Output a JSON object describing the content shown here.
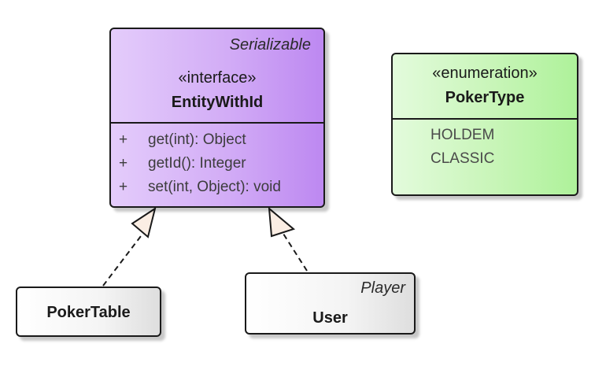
{
  "interface_class": {
    "tagged_value": "Serializable",
    "stereotype": "«interface»",
    "name": "EntityWithId",
    "operations": [
      {
        "visibility": "+",
        "signature": "get(int): Object"
      },
      {
        "visibility": "+",
        "signature": "getId(): Integer"
      },
      {
        "visibility": "+",
        "signature": "set(int, Object): void"
      }
    ]
  },
  "enum_class": {
    "stereotype": "«enumeration»",
    "name": "PokerType",
    "literals": [
      "HOLDEM",
      "CLASSIC"
    ]
  },
  "poker_table_class": {
    "name": "PokerTable"
  },
  "user_class": {
    "tagged_value": "Player",
    "name": "User"
  },
  "colors": {
    "interface_fill": "#d2acf6",
    "enum_fill": "#c8f5b8",
    "class_fill": "#f4f4f4",
    "arrowhead_fill": "#fbeee4",
    "border": "#1a1a1a"
  }
}
